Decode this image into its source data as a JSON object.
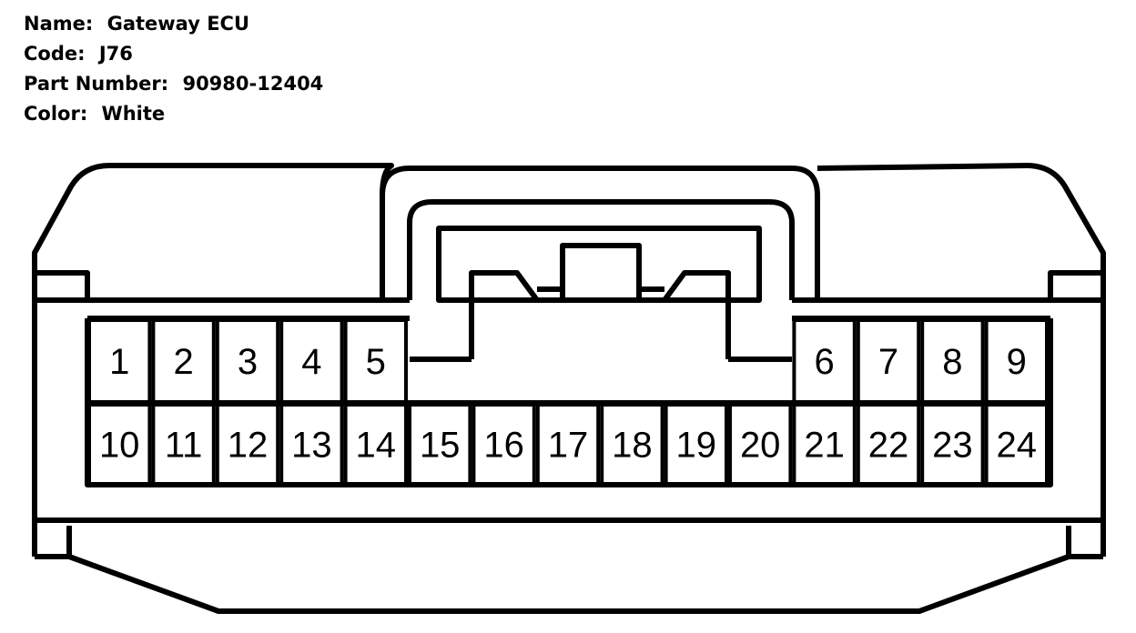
{
  "info": {
    "name_label": "Name:",
    "name_value": "Gateway ECU",
    "code_label": "Code:",
    "code_value": "J76",
    "part_label": "Part Number:",
    "part_value": "90980-12404",
    "color_label": "Color:",
    "color_value": "White"
  },
  "connector": {
    "top_row": [
      "1",
      "2",
      "3",
      "4",
      "5",
      "6",
      "7",
      "8",
      "9"
    ],
    "bottom_row": [
      "10",
      "11",
      "12",
      "13",
      "14",
      "15",
      "16",
      "17",
      "18",
      "19",
      "20",
      "21",
      "22",
      "23",
      "24"
    ]
  },
  "colors": {
    "line": "#000000",
    "background": "#ffffff"
  }
}
